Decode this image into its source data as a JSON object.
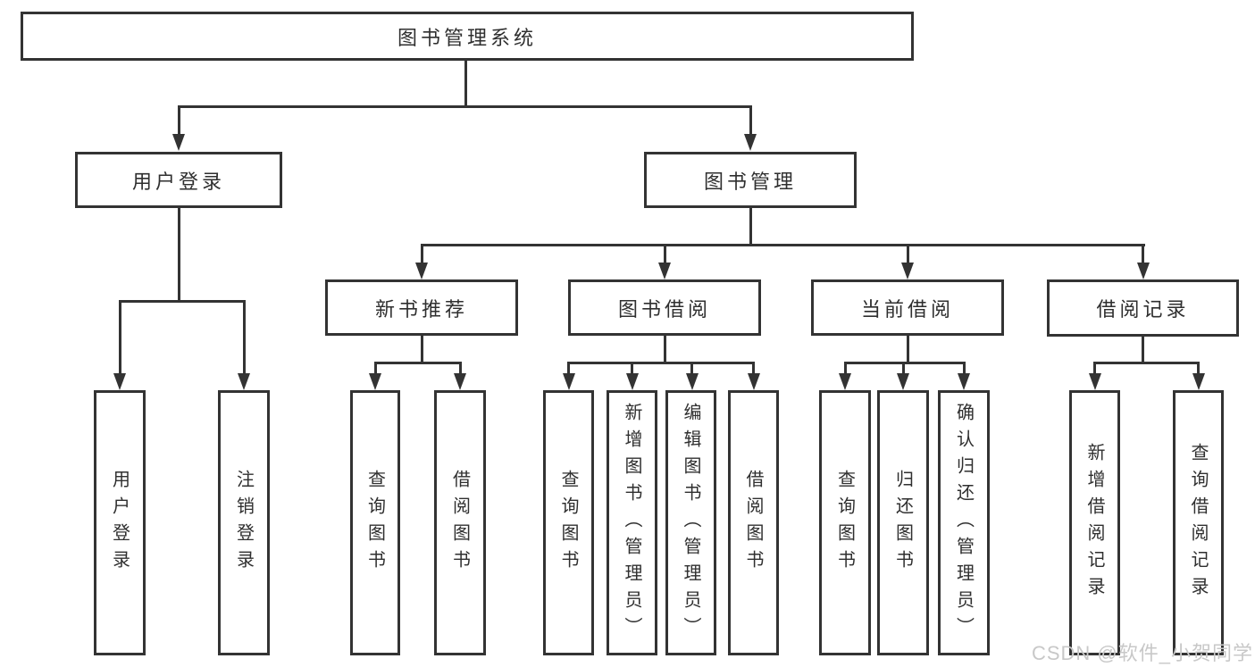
{
  "diagram": {
    "title": "图书管理系统",
    "user_login": {
      "label": "用户登录",
      "children": [
        "用户登录",
        "注销登录"
      ]
    },
    "book_management": {
      "label": "图书管理",
      "sections": {
        "new_book": {
          "label": "新书推荐",
          "children": [
            "查询图书",
            "借阅图书"
          ]
        },
        "borrow": {
          "label": "图书借阅",
          "children": [
            "查询图书",
            "新增图书（管理员）",
            "编辑图书（管理员）",
            "借阅图书"
          ]
        },
        "current": {
          "label": "当前借阅",
          "children": [
            "查询图书",
            "归还图书",
            "确认归还（管理员）"
          ]
        },
        "records": {
          "label": "借阅记录",
          "children": [
            "新增借阅记录",
            "查询借阅记录"
          ]
        }
      }
    }
  },
  "watermark": {
    "text": "CSDN @软件_小贺同学"
  },
  "colors": {
    "line": "#333333",
    "text": "#2f2f2f",
    "watermark_text": "#c8c8c8",
    "background": "#ffffff"
  }
}
